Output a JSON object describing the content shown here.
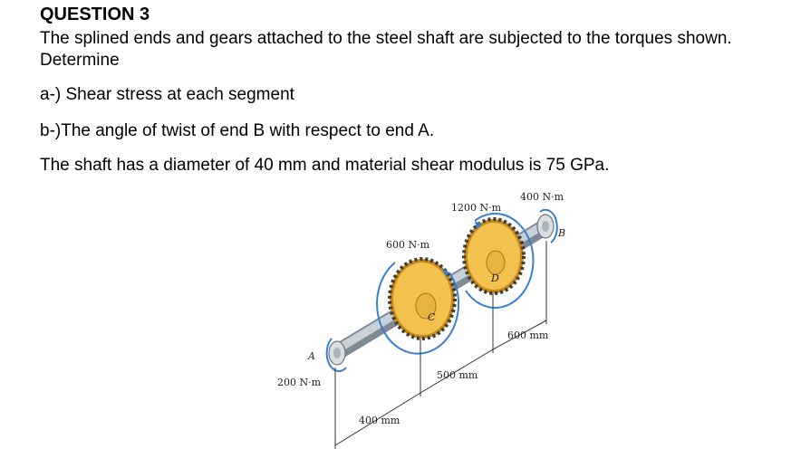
{
  "question": {
    "title": "QUESTION 3",
    "intro": "The splined ends and gears attached to the steel shaft are subjected to the torques shown. Determine",
    "part_a": "a-) Shear stress at each segment",
    "part_b": "b-)The angle of twist of end B with respect to end A.",
    "given": "The shaft has a diameter of 40 mm and material shear modulus is 75 GPa."
  },
  "figure": {
    "torque_end_b": "400 N·m",
    "torque_gear_d": "1200 N·m",
    "torque_gear_c": "600 N·m",
    "torque_end_a": "200 N·m",
    "label_a": "A",
    "label_b": "B",
    "label_c": "C",
    "label_d": "D",
    "dim_ac": "400 mm",
    "dim_cd": "500 mm",
    "dim_db": "600 mm",
    "colors": {
      "gear": "#f2c14e",
      "gear_dark": "#c98a1c",
      "shaft": "#b9c3cc",
      "arrow": "#3a7fd0"
    }
  }
}
